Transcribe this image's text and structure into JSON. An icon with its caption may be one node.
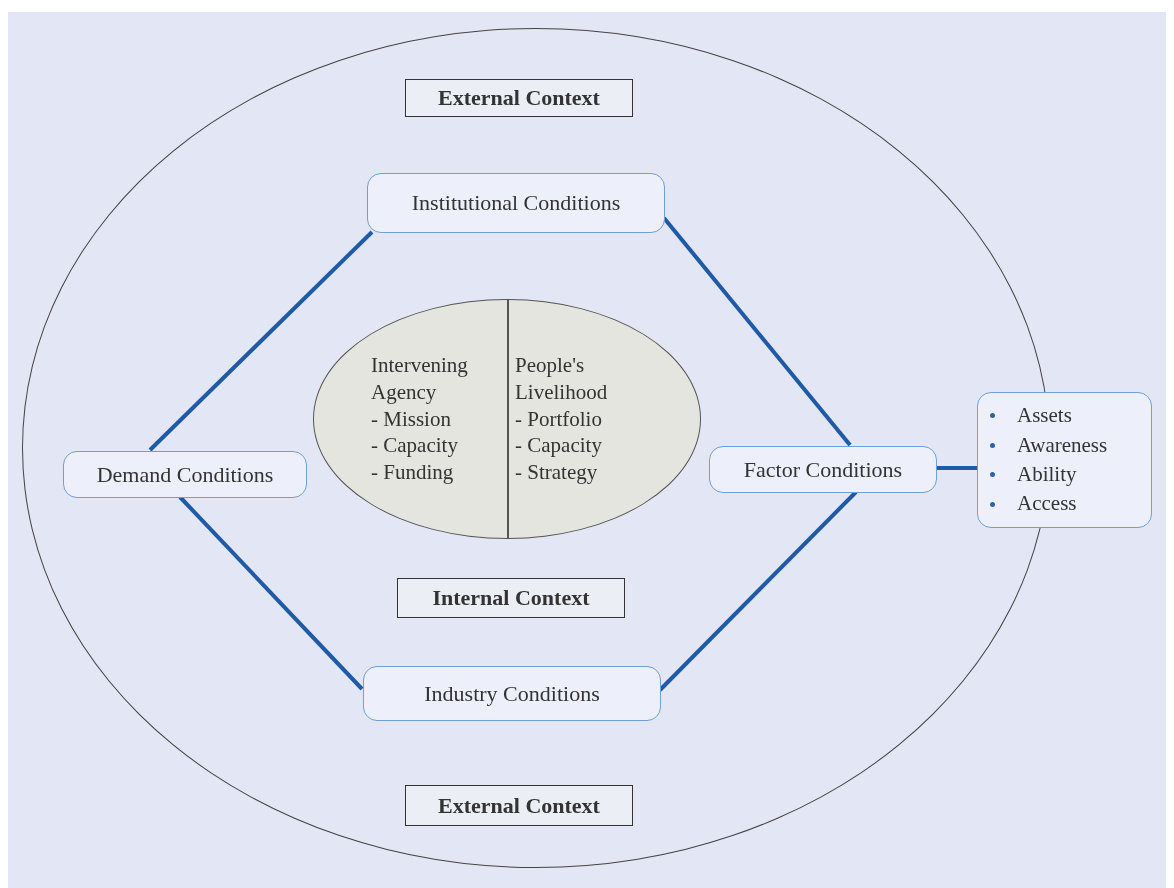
{
  "diagram": {
    "nodes": [
      {
        "text": [],
        "shape": "circle"
      },
      {
        "text": [
          "External Context"
        ],
        "in": 0
      },
      {
        "text": [
          "Institutional Conditions"
        ],
        "in": 0
      },
      {
        "text": [
          "Intervening Agency",
          "- Mission",
          "- Capacity",
          "- Funding",
          "People's Livelihood",
          "- Portfolio",
          "- Capacity",
          "- Strategy"
        ],
        "in": 0
      },
      {
        "text": [
          "Demand Conditions"
        ],
        "in": 0
      },
      {
        "text": [
          "Factor Conditions"
        ],
        "in": 0
      },
      {
        "text": [
          "Assets",
          "Awareness",
          "Ability",
          "Access"
        ]
      },
      {
        "text": [
          "Internal Context"
        ],
        "in": 0
      },
      {
        "text": [
          "Industry Conditions"
        ],
        "in": 0
      },
      {
        "text": [
          "External Context"
        ],
        "in": 0
      }
    ],
    "edges": [
      {
        "from": 4,
        "to": 2,
        "arrow": "none"
      },
      {
        "from": 2,
        "to": 5,
        "arrow": "none"
      },
      {
        "from": 4,
        "to": 8,
        "arrow": "none"
      },
      {
        "from": 8,
        "to": 5,
        "arrow": "none"
      },
      {
        "from": 5,
        "to": 6,
        "arrow": "none"
      }
    ]
  }
}
